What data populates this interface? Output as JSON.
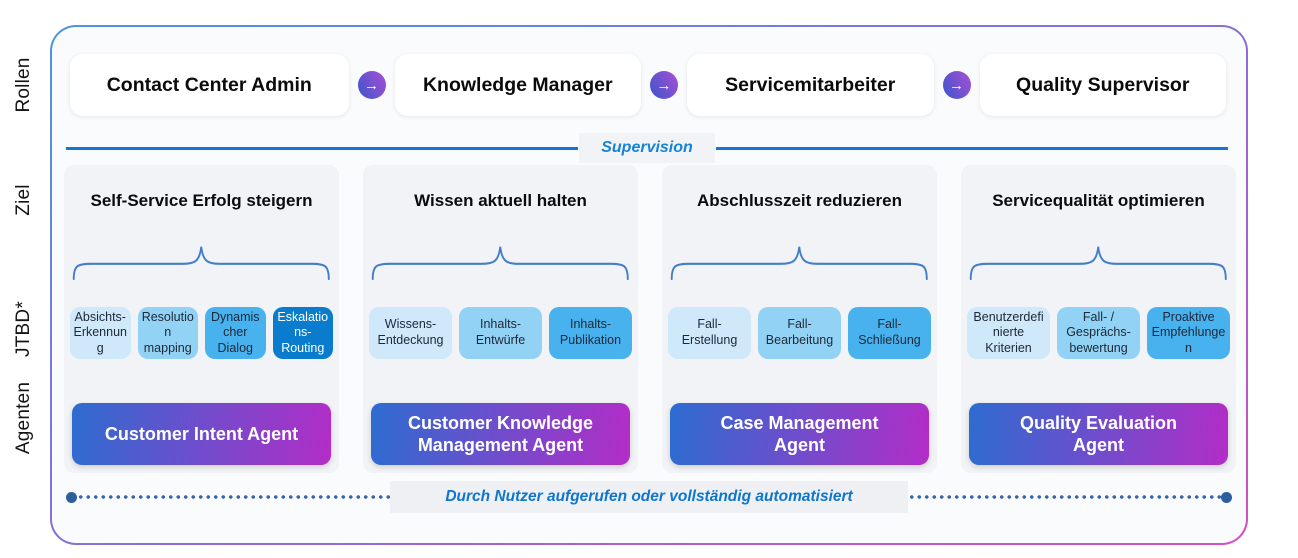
{
  "rail": {
    "roles": "Rollen",
    "goal": "Ziel",
    "jtbd": "JTBD*",
    "agents": "Agenten"
  },
  "roles": {
    "items": [
      "Contact Center Admin",
      "Knowledge Manager",
      "Servicemitarbeiter",
      "Quality Supervisor"
    ],
    "arrow_icon": "→"
  },
  "supervision": {
    "label": "Supervision"
  },
  "columns": [
    {
      "goal": "Self-Service Erfolg steigern",
      "jtbd": [
        "Absichts-Erkennung",
        "Resolution mapping",
        "Dynamischer Dialog",
        "Eskalations-Routing"
      ],
      "agent": "Customer Intent Agent"
    },
    {
      "goal": "Wissen aktuell halten",
      "jtbd": [
        "Wissens-Entdeckung",
        "Inhalts-Entwürfe",
        "Inhalts-Publikation"
      ],
      "agent": "Customer Knowledge Management Agent"
    },
    {
      "goal": "Abschlusszeit reduzieren",
      "jtbd": [
        "Fall-Erstellung",
        "Fall-Bearbeitung",
        "Fall-Schließung"
      ],
      "agent": "Case Management Agent"
    },
    {
      "goal": "Servicequalität optimieren",
      "jtbd": [
        "Benutzerdefinierte Kriterien",
        "Fall- / Gesprächs-bewertung",
        "Proaktive Empfehlungen"
      ],
      "agent": "Quality Evaluation Agent"
    }
  ],
  "footer": {
    "note": "Durch Nutzer aufgerufen oder vollständig automatisiert"
  },
  "colors": {
    "accent_blue": "#1276d2",
    "brace_blue": "#447ec9",
    "dotted_line_blue": "#3b67a9",
    "chip_tones": [
      "#cfe9fa",
      "#92d2f4",
      "#47b2ee",
      "#0a7ccd"
    ],
    "agent_gradient_start": "#2d6cd0",
    "agent_gradient_end": "#b32dc7",
    "arrow_gradient_start": "#3b55cc",
    "arrow_gradient_end": "#a94fd5",
    "frame_gradient_start": "#4e95d9",
    "frame_gradient_end": "#d44fc1",
    "panel_gray": "#f1f3f6"
  }
}
